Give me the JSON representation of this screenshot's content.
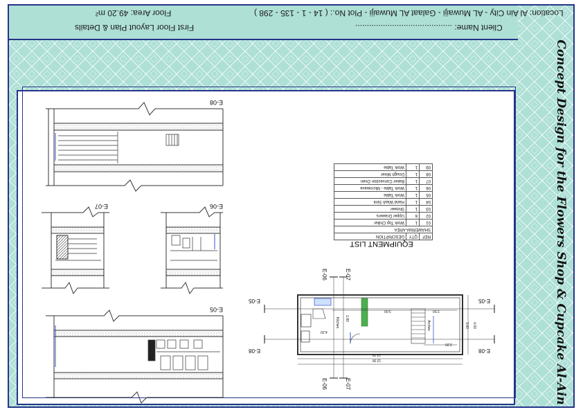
{
  "title_block": {
    "client_label": "Client Name: ..........................................",
    "location": "Location: Al Ain City - AL Muwaiji - Galaat AL Muwaiji - Plot No.: ( 14 - 1 - 135 - 298 )",
    "floor_area": "Floor Area: 49.20 m²",
    "drawing_title": "First Floor Layout Plan & Details"
  },
  "project_title": "Concept Design for the Flowers Shop & Cupcake Al-Ain",
  "sections": {
    "e08": "E-08",
    "e07": "E-07",
    "e06": "E-06",
    "e05": "E-05"
  },
  "plan_markers": {
    "left_top": "E-05",
    "left_bottom": "E-08",
    "right_top": "E-05",
    "right_bottom": "E-08",
    "top_a": "E-06",
    "top_b": "E-07",
    "bottom_a": "E-06",
    "bottom_b": "E-07"
  },
  "plan_dims": {
    "overall_1": "12.70",
    "overall_2": "12.30",
    "width": "4.00",
    "height": "3.60",
    "d1": "3.00",
    "d2": "2.50",
    "d3": "1.80",
    "d4": "4.20",
    "d5": "2.20"
  },
  "plan_labels": {
    "room1": "Kitchen",
    "room2": "Arches"
  },
  "equipment_list": {
    "title": "EQUIPMENT LIST",
    "headers": [
      "REF",
      "QTY",
      "DESCRIPTION"
    ],
    "group": "SHAWERMA AREA",
    "rows": [
      [
        "01",
        "1",
        "Work Top Chiller"
      ],
      [
        "02",
        "6",
        "Upper Drawers"
      ],
      [
        "03",
        "1",
        "Shower"
      ],
      [
        "04",
        "1",
        "Hand Wash Sink"
      ],
      [
        "05",
        "1",
        "Work Table"
      ],
      [
        "06",
        "1",
        "Work Table - Microwave"
      ],
      [
        "07",
        "1",
        "Baker Convection Oven"
      ],
      [
        "08",
        "1",
        "Dough Mixer"
      ],
      [
        "09",
        "1",
        "Work Table"
      ]
    ]
  },
  "colors": {
    "frame": "#24348a",
    "border_fill": "#aee0d6",
    "pattern": "#ffffff",
    "line": "#333333",
    "accent_blue": "#3355cc",
    "accent_green": "#4caf50"
  }
}
